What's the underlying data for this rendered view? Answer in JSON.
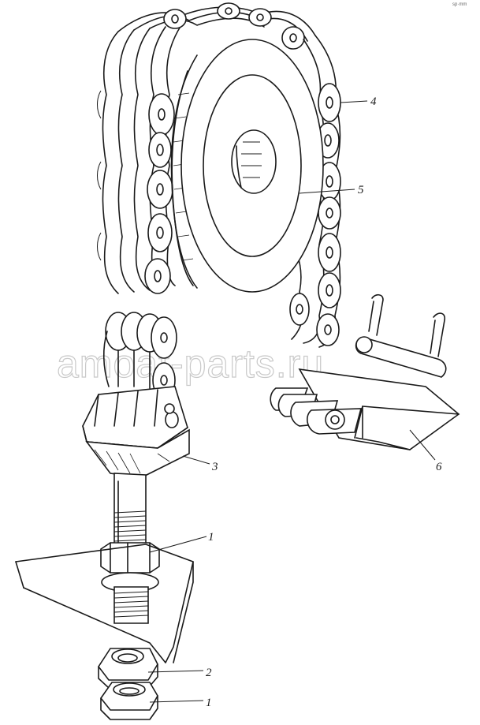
{
  "watermark": "amoat-parts.ru",
  "corner_mark": "sp·mm",
  "callouts": [
    {
      "id": "chain",
      "label": "4"
    },
    {
      "id": "sprocket",
      "label": "5"
    },
    {
      "id": "bracket",
      "label": "3"
    },
    {
      "id": "plate",
      "label": "6"
    },
    {
      "id": "nut-upper",
      "label": "1"
    },
    {
      "id": "washer-nut",
      "label": "2"
    },
    {
      "id": "nut-lower",
      "label": "1"
    }
  ]
}
